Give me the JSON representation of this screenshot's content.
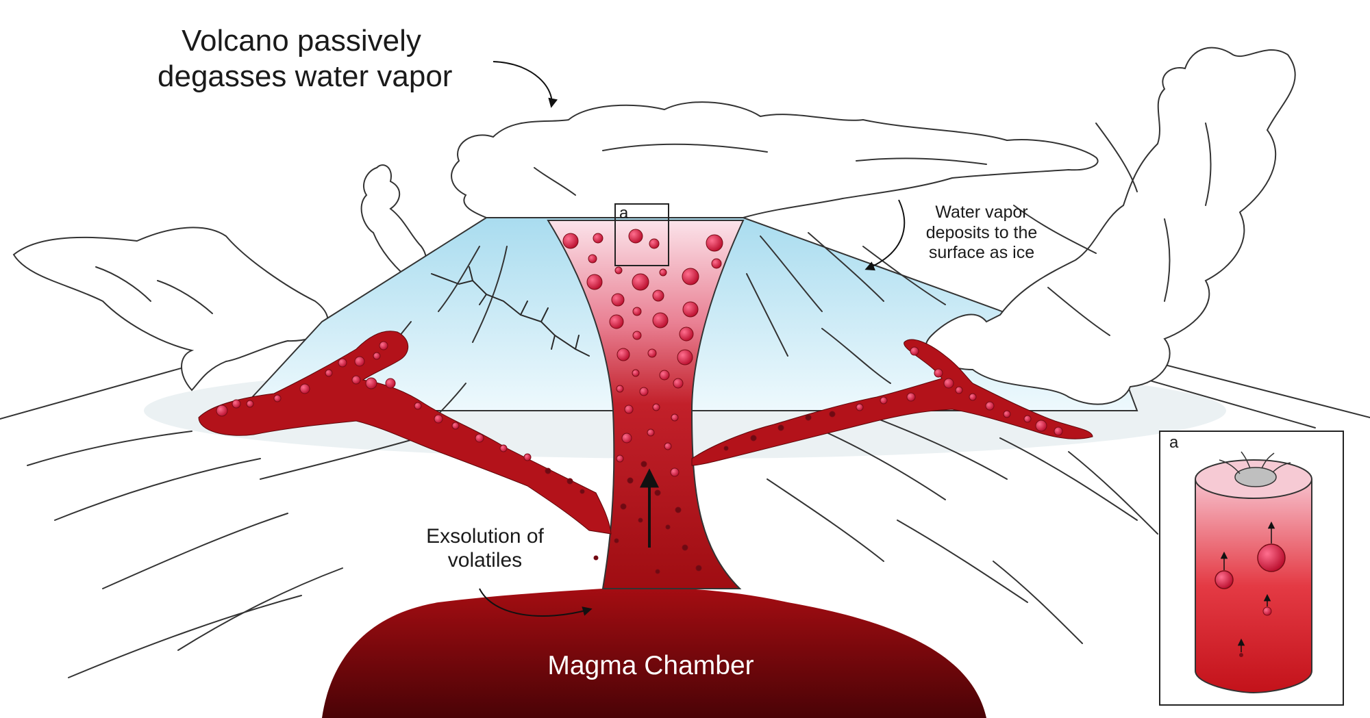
{
  "labels": {
    "passive_degassing": "Volcano passively\ndegasses water vapor",
    "deposition": "Water vapor\ndeposits to the\nsurface as ice",
    "exsolution": "Exsolution of\nvolatiles",
    "magma_chamber": "Magma Chamber",
    "inset_marker": "a",
    "inset_title": "a"
  },
  "colors": {
    "magma_dark": "#5c0508",
    "magma": "#b3121a",
    "conduit_top": "#f7d5de",
    "ice_light": "#e6f6fb",
    "ice": "#b7e2f1",
    "bubble": "#d6153e",
    "outline": "#222222"
  },
  "icons": [
    "arrow-curved-icon",
    "arrow-up-icon"
  ]
}
